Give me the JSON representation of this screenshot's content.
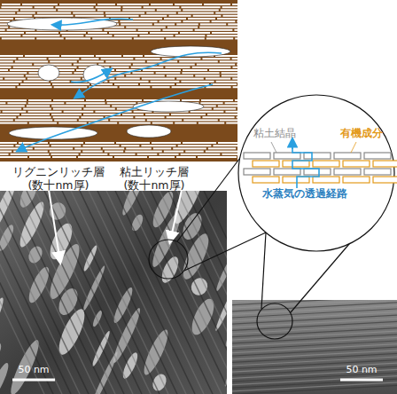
{
  "diagram": {
    "labels": [
      "リグニンリッチ層 (数十nm厚)",
      "粘土リッチ層 (数十nm厚)",
      "粘土結晶",
      "有機成分",
      "水蒸気の透過経路",
      "50 nm",
      "50 nm"
    ]
  }
}
